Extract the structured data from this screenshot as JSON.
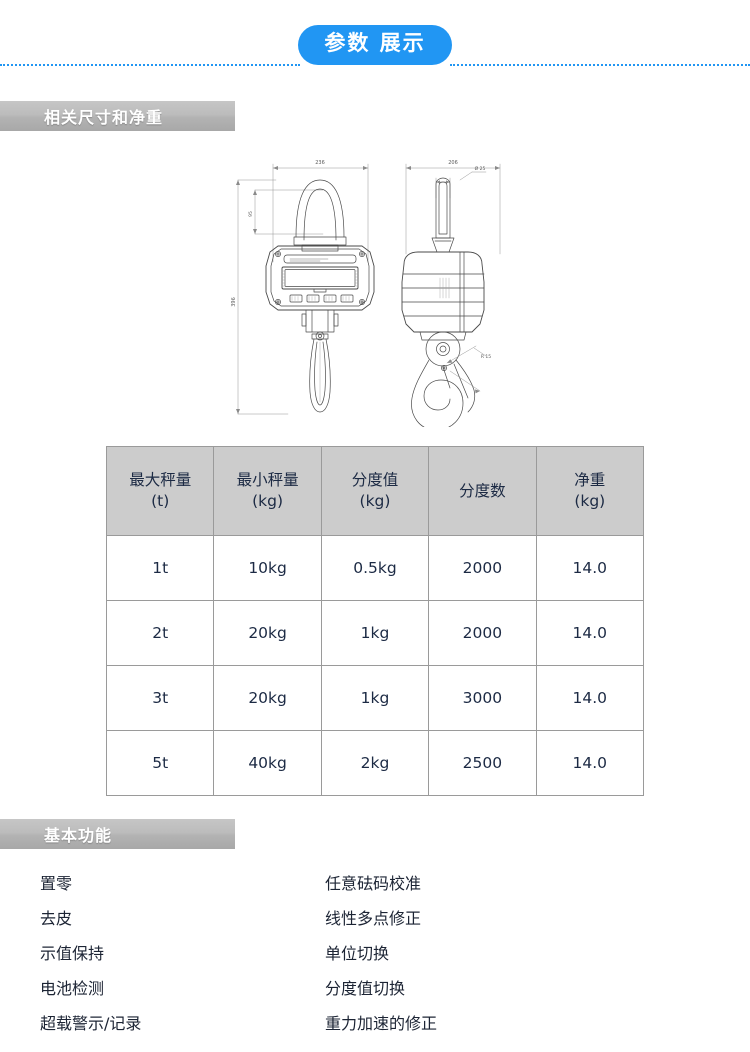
{
  "banner": {
    "badge_label": "参数 展示",
    "accent_color": "#2196f3"
  },
  "sections": {
    "dimensions": {
      "title": "相关尺寸和净重"
    },
    "functions": {
      "title": "基本功能"
    }
  },
  "drawing": {
    "caption": "crane-scale-technical-drawing",
    "front_view": {
      "label": "front-view",
      "width_dim": "236",
      "height_dim": "396",
      "shackle_dim": "95"
    },
    "side_view": {
      "label": "side-view",
      "width_dim": "206",
      "bolt_dim": "Ø 25",
      "hook_dim": "R 15"
    }
  },
  "spec_table": {
    "headers": [
      {
        "name": "最大秤量",
        "unit": "(t)"
      },
      {
        "name": "最小秤量",
        "unit": "(kg)"
      },
      {
        "name": "分度值",
        "unit": "(kg)"
      },
      {
        "name": "分度数",
        "unit": ""
      },
      {
        "name": "净重",
        "unit": "(kg)"
      }
    ],
    "rows": [
      {
        "max_capacity": "1t",
        "min_capacity": "10kg",
        "division_value": "0.5kg",
        "divisions": "2000",
        "net_weight": "14.0"
      },
      {
        "max_capacity": "2t",
        "min_capacity": "20kg",
        "division_value": "1kg",
        "divisions": "2000",
        "net_weight": "14.0"
      },
      {
        "max_capacity": "3t",
        "min_capacity": "20kg",
        "division_value": "1kg",
        "divisions": "3000",
        "net_weight": "14.0"
      },
      {
        "max_capacity": "5t",
        "min_capacity": "40kg",
        "division_value": "2kg",
        "divisions": "2500",
        "net_weight": "14.0"
      }
    ]
  },
  "functions": {
    "left": [
      {
        "label": "置零"
      },
      {
        "label": "去皮"
      },
      {
        "label": "示值保持"
      },
      {
        "label": "电池检测"
      },
      {
        "label": "超载警示/记录"
      }
    ],
    "right": [
      {
        "label": "任意砝码校准"
      },
      {
        "label": "线性多点修正"
      },
      {
        "label": "单位切换"
      },
      {
        "label": "分度值切换"
      },
      {
        "label": "重力加速的修正"
      }
    ]
  }
}
